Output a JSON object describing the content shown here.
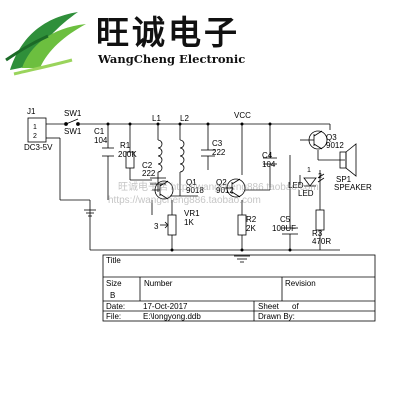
{
  "brand": {
    "name_cn": "旺诚电子",
    "name_en": "WangCheng Electronic"
  },
  "schematic": {
    "j1": "J1",
    "j1_pin1": "1",
    "j1_pin2": "2",
    "j1_dc": "DC3-5V",
    "sw1_a": "SW1",
    "sw1_b": "SW1",
    "c1": "C1",
    "c1_val": "104",
    "r1": "R1",
    "r1_val": "200K",
    "l1": "L1",
    "l2": "L2",
    "c2": "C2",
    "c2_val": "222",
    "c3": "C3",
    "c3_val": "222",
    "q1": "Q1",
    "q1_val": "9018",
    "q2": "Q2",
    "q2_val": "9012",
    "vcc": "VCC",
    "c4": "C4",
    "c4_val": "104",
    "q3": "Q3",
    "q3_val": "9012",
    "sp1": "SP1",
    "sp1_val": "SPEAKER",
    "led_a": "LED",
    "led_b": "LED",
    "vr1": "VR1",
    "vr1_val": "1K",
    "vr1_pin": "3",
    "r2": "R2",
    "r2_val": "2K",
    "c5": "C5",
    "c5_val": "100UF",
    "r3": "R3",
    "r3_val": "470R",
    "sp_pin1": "1",
    "sp_pin2": "2"
  },
  "title_block": {
    "title": "Title",
    "size_label": "Size",
    "size_value": "B",
    "number_label": "Number",
    "revision_label": "Revision",
    "date_label": "Date:",
    "date_value": "17-Oct-2017",
    "sheet_label": "Sheet",
    "sheet_of": "of",
    "file_label": "File:",
    "file_value": "E:\\longyong.ddb",
    "drawn_label": "Drawn By:"
  },
  "watermarks": {
    "line1": "旺诚电子店 http://wangcheng886.taobao.com",
    "line2": "https://wangcheng886.taobao.com"
  }
}
